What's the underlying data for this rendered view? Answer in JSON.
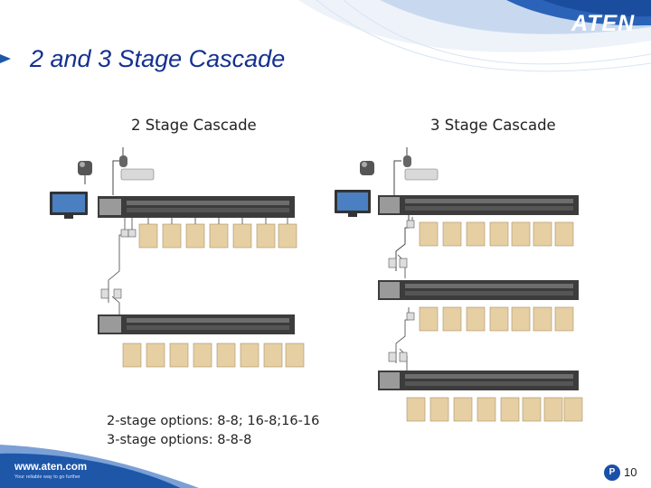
{
  "header": {
    "logo_text": "ATEN",
    "title": "2 and 3 Stage Cascade"
  },
  "diagrams": {
    "two_stage": {
      "heading": "2 Stage Cascade",
      "stages": 2
    },
    "three_stage": {
      "heading": "3 Stage Cascade",
      "stages": 3
    }
  },
  "notes": {
    "line1": "2-stage options: 8-8; 16-8;16-16",
    "line2": "3-stage options: 8-8-8"
  },
  "footer": {
    "url": "www.aten.com",
    "tagline": "Your reliable way to go further",
    "page_icon_label": "P",
    "page_number": "10"
  },
  "colors": {
    "brand_blue": "#1e56a8",
    "title_blue": "#14318f",
    "server_beige": "#e6cfa2",
    "switch_dark": "#3c3c3c"
  }
}
